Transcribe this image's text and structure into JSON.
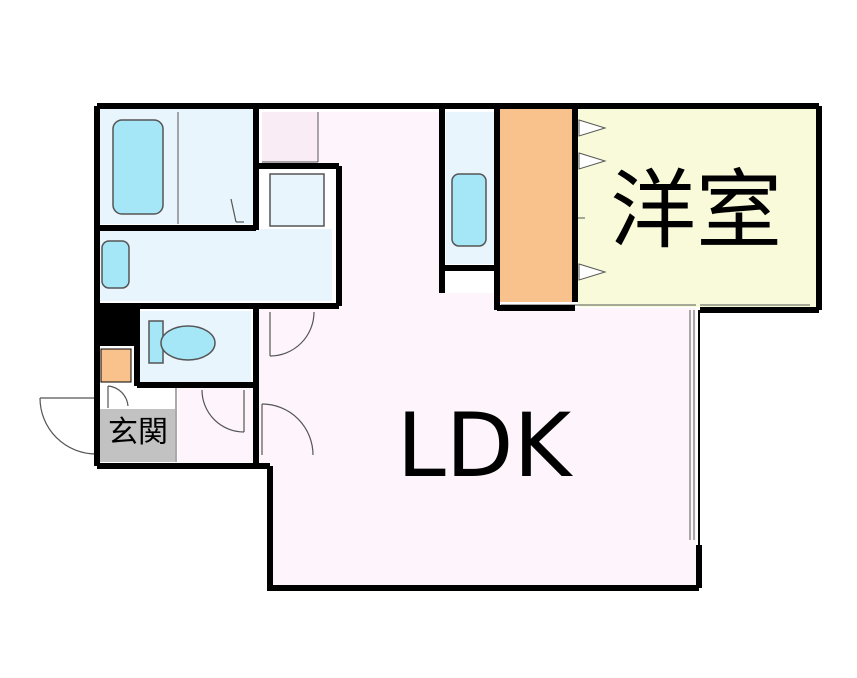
{
  "rooms": {
    "ldk": {
      "label": "LDK"
    },
    "western_room": {
      "label": "洋室"
    },
    "entrance": {
      "label": "玄関"
    }
  },
  "colors": {
    "wall": "#000000",
    "ldk_floor": "#fdf5fb",
    "western_floor": "#f8fad9",
    "wet_area": "#e9f5fc",
    "fixture": "#a6e7f7",
    "closet": "#f9c28d",
    "entrance_floor": "#c2c2c2",
    "shoe_box": "#f9c28d"
  }
}
